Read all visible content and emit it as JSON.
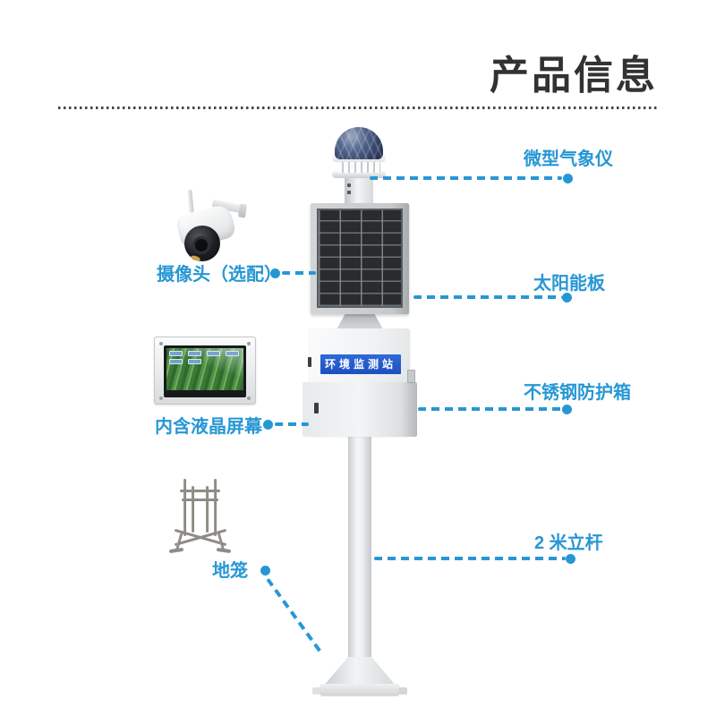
{
  "header": {
    "title": "产品信息"
  },
  "colors": {
    "accent": "#2797d4",
    "title_text": "#323232",
    "banner_blue": "#1f55c8"
  },
  "device": {
    "enclosure_banner": "环境监测站"
  },
  "callouts": {
    "weather": "微型气象仪",
    "solar": "太阳能板",
    "enclosure": "不锈钢防护箱",
    "pole": "2 米立杆",
    "camera": "摄像头（选配）",
    "screen": "内含液晶屏幕",
    "cage": "地笼"
  }
}
